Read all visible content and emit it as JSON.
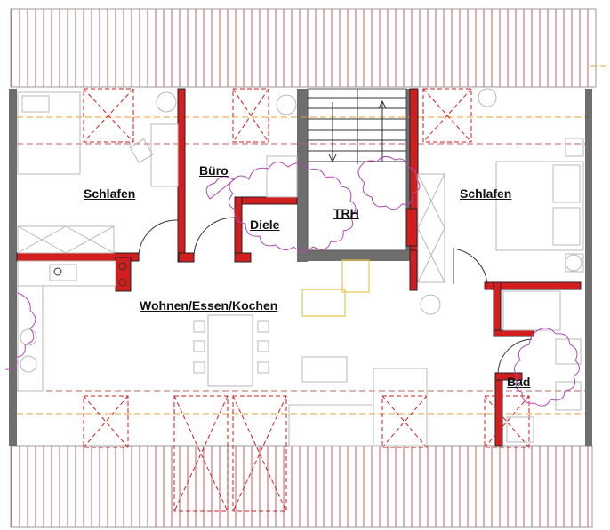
{
  "plan": {
    "rooms": [
      {
        "key": "schlafen_left",
        "label": "Schlafen"
      },
      {
        "key": "buero",
        "label": "Büro"
      },
      {
        "key": "diele",
        "label": "Diele"
      },
      {
        "key": "trh",
        "label": "TRH"
      },
      {
        "key": "schlafen_right",
        "label": "Schlafen"
      },
      {
        "key": "wohnen",
        "label": "Wohnen/Essen/Kochen"
      },
      {
        "key": "bad",
        "label": "Bad"
      }
    ],
    "colors": {
      "wall_new": "#d21e1e",
      "wall_existing": "#6e6e6e",
      "roof_hatch": "#c06060",
      "furniture": "#b8b8b8",
      "cloud": "#b04ab0",
      "beam_line": "#e8a030",
      "highlight": "#f5e37a"
    }
  }
}
